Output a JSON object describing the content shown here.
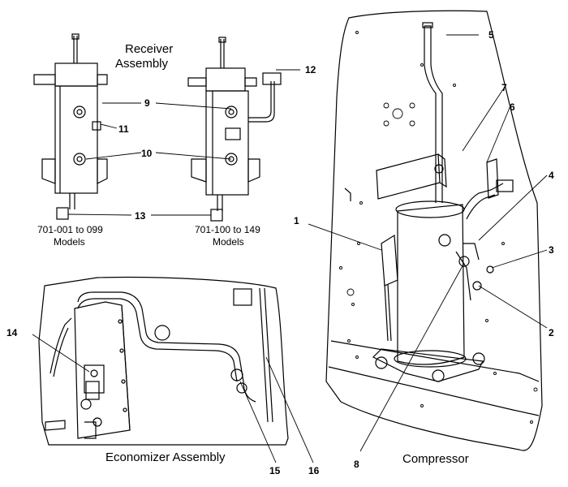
{
  "titles": {
    "receiver_line1": "Receiver",
    "receiver_line2": "Assembly",
    "economizer": "Economizer Assembly",
    "compressor": "Compressor"
  },
  "models": {
    "left_line1": "701-001 to 099",
    "left_line2": "Models",
    "right_line1": "701-100 to 149",
    "right_line2": "Models"
  },
  "callouts": {
    "c1": "1",
    "c2": "2",
    "c3": "3",
    "c4": "4",
    "c5": "5",
    "c6": "6",
    "c7": "7",
    "c8": "8",
    "c9": "9",
    "c10": "10",
    "c11": "11",
    "c12": "12",
    "c13": "13",
    "c14": "14",
    "c15": "15",
    "c16": "16"
  }
}
